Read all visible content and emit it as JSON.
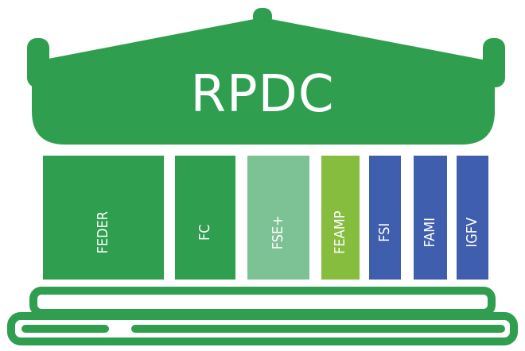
{
  "title": "RPDC",
  "pillars": [
    {
      "label": "FEDER",
      "color": "#2f9e4f"
    },
    {
      "label": "FC",
      "color": "#2f9e4f"
    },
    {
      "label": "FSE+",
      "color": "#7cc294"
    },
    {
      "label": "FEAMP",
      "color": "#86bd3f"
    },
    {
      "label": "FSI",
      "color": "#3f5fae"
    },
    {
      "label": "FAMI",
      "color": "#3f5fae"
    },
    {
      "label": "IGFV",
      "color": "#3f5fae"
    }
  ],
  "colors": {
    "primary_green": "#2f9e4f",
    "background": "#ffffff"
  }
}
